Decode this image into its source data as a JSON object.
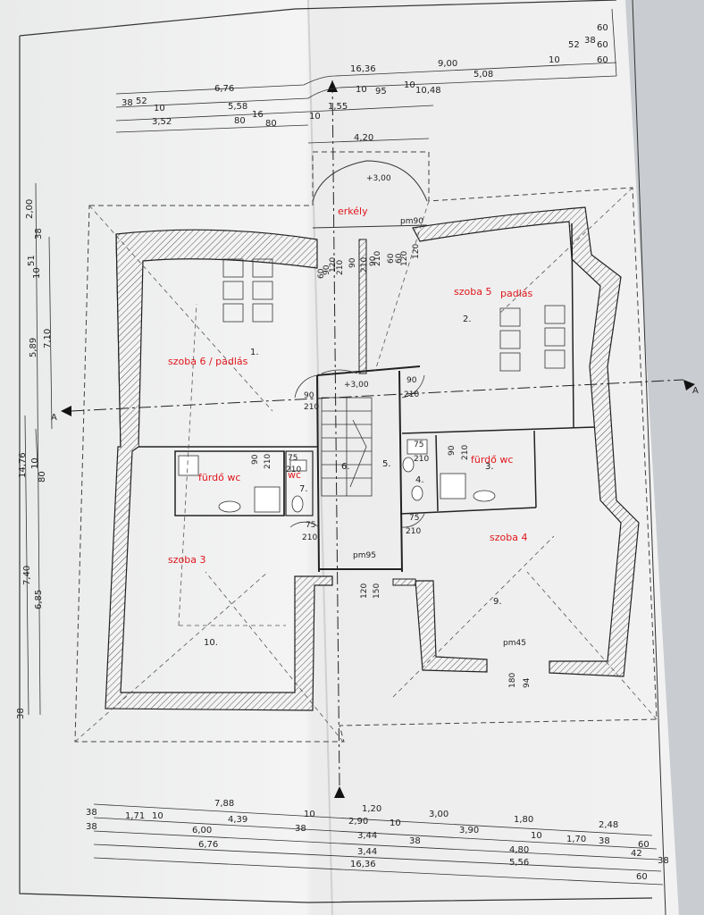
{
  "rooms": {
    "erkely": "erkély",
    "szoba5": "szoba 5",
    "padlas5": "padlás",
    "szoba6": "szoba 6 / padlás",
    "furdo_wc": "fürdő wc",
    "wc": "wc",
    "furdo_wc2": "fürdő wc",
    "szoba3": "szoba 3",
    "szoba4": "szoba 4"
  },
  "room_numbers": {
    "r1": "1.",
    "r2": "2.",
    "r3": "3.",
    "r4": "4.",
    "r5": "5.",
    "r6": "6.",
    "r7": "7.",
    "r9": "9.",
    "r10": "10."
  },
  "levels": {
    "balcony": "+3,00",
    "hall": "+3,00"
  },
  "openings": {
    "pm90": "pm90",
    "pm95": "pm95",
    "pm45": "pm45",
    "d90a": "90",
    "d210a": "210",
    "d90b": "90",
    "d210b": "210",
    "d90c": "90",
    "d210c": "210",
    "d75a": "75",
    "d210d": "210",
    "d75b": "75",
    "d210e": "210",
    "d90d": "90",
    "d210f": "210",
    "d75c": "75",
    "d210g": "210",
    "d75d": "75",
    "d210h": "210",
    "d90e": "90",
    "d210i": "210",
    "d120a": "120",
    "d150a": "150",
    "d180a": "180",
    "d94a": "94",
    "d90f": "90",
    "d210j": "210",
    "d60a": "60",
    "d120b": "120",
    "d90g": "90",
    "d210k": "210",
    "d60b": "60",
    "d120c": "120",
    "d90h": "90",
    "d210l": "210",
    "d60c": "60",
    "d120d": "120"
  },
  "section_marks": {
    "left": "A",
    "right": "A"
  },
  "top_dims": {
    "row1": [
      "6,76",
      "16,36",
      "9,00",
      "5,08",
      "10,48"
    ],
    "row2": [
      "38",
      "52",
      "10",
      "5,58",
      "10",
      "10",
      "95",
      "10",
      "1,55"
    ],
    "row3": [
      "3,52",
      "80",
      "16",
      "80"
    ],
    "right": [
      "60",
      "38",
      "52",
      "10",
      "60",
      "60"
    ],
    "mid": [
      "4,20"
    ]
  },
  "left_dims": [
    "2,00",
    "38",
    "51",
    "10",
    "5,89",
    "7,10",
    "14,76",
    "10",
    "80",
    "7,40",
    "6,85",
    "38"
  ],
  "bottom_dims": {
    "row1": [
      "38",
      "7,88",
      "1,20",
      "3,00",
      "1,80",
      "2,48"
    ],
    "row2": [
      "1,71",
      "10",
      "4,39",
      "10",
      "2,90",
      "10",
      "3,90",
      "10",
      "1,70",
      "38",
      "60"
    ],
    "row3": [
      "38",
      "6,00",
      "38",
      "3,44",
      "38",
      "4,80",
      "42"
    ],
    "row4": [
      "6,76",
      "3,44",
      "5,56",
      "38"
    ],
    "row5": [
      "16,36",
      "60"
    ]
  }
}
